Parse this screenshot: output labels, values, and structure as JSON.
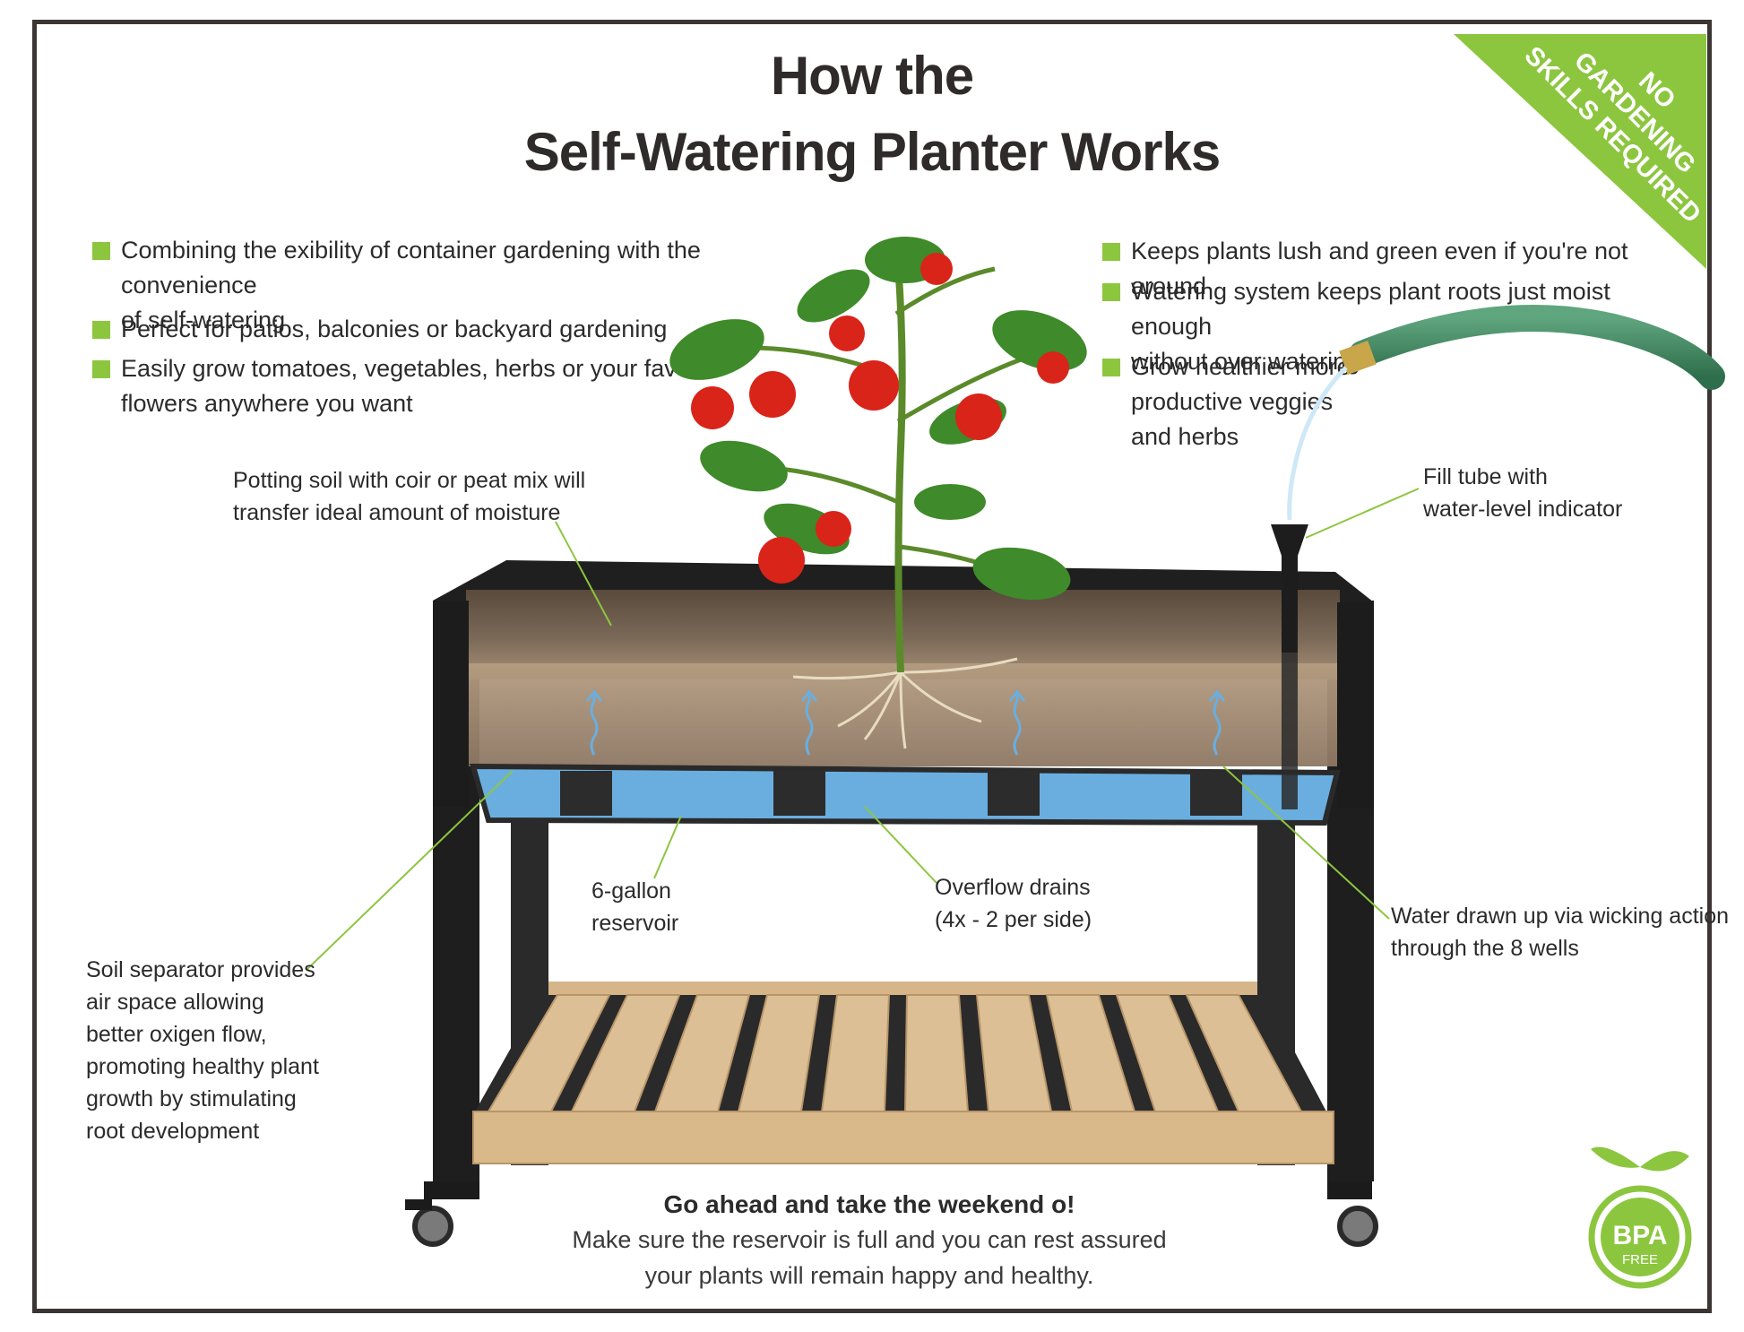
{
  "title": {
    "line1": "How the",
    "line2": "Self-Watering Planter Works"
  },
  "banner": {
    "line1": "NO",
    "line2": "GARDENING",
    "line3": "SKILLS REQUIRED"
  },
  "left_bullets": [
    {
      "line1": "Combining the exibility of container gardening with the convenience",
      "line2": "of self-watering"
    },
    {
      "line1": "Perfect for patios, balconies or backyard gardening"
    },
    {
      "line1": "Easily grow tomatoes, vegetables, herbs or your favorite",
      "line2": "flowers anywhere  you want"
    }
  ],
  "right_bullets": [
    {
      "line1": "Keeps plants lush and green even if you're not around"
    },
    {
      "line1": "Watering system keeps plant roots just moist enough",
      "line2": "without over watering"
    },
    {
      "line1": "Grow healthier more",
      "line2": "productive veggies",
      "line3": "and herbs"
    }
  ],
  "callouts": {
    "soil": {
      "line1": "Potting soil with coir or peat mix will",
      "line2": "transfer ideal amount of moisture"
    },
    "fill_tube": {
      "line1": "Fill tube with",
      "line2": "water-level indicator"
    },
    "reservoir": {
      "line1": "6-gallon",
      "line2": "reservoir"
    },
    "overflow": {
      "line1": "Overflow drains",
      "line2": "(4x - 2 per side)"
    },
    "wicking": {
      "line1": "Water drawn up via wicking action",
      "line2": "through the 8 wells"
    },
    "separator": {
      "lines": [
        "Soil separator provides",
        "air  space allowing",
        "better oxigen flow,",
        "promoting healthy plant",
        "growth by stimulating",
        "root development"
      ]
    }
  },
  "footer": {
    "heading": "Go ahead and take the weekend o!",
    "line1": "Make sure the reservoir is full and you can rest assured",
    "line2": "your plants will remain happy and healthy."
  },
  "badge": {
    "main": "BPA",
    "sub": "FREE"
  },
  "colors": {
    "accent": "#8cc63f",
    "water": "#6aaee0",
    "frame": "#3b3634",
    "wood": "#d9b98a"
  }
}
